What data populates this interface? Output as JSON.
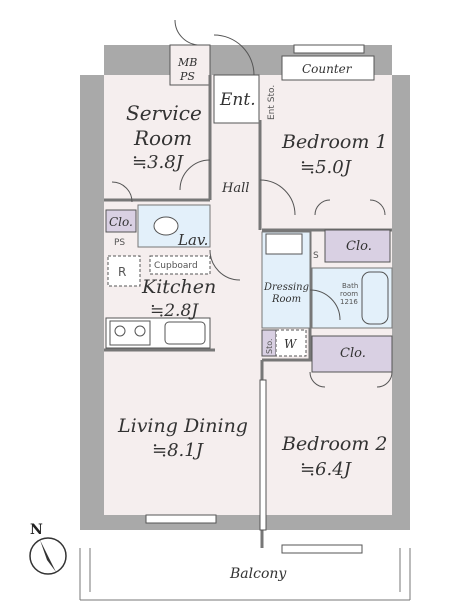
{
  "rooms": {
    "service_room": {
      "name_line1": "Service",
      "name_line2": "Room",
      "size": "≒3.8J"
    },
    "bedroom1": {
      "name": "Bedroom 1",
      "size": "≒5.0J"
    },
    "bedroom2": {
      "name": "Bedroom 2",
      "size": "≒6.4J"
    },
    "kitchen": {
      "name": "Kitchen",
      "size": "≒2.8J"
    },
    "living_dining": {
      "name": "Living Dining",
      "size": "≒8.1J"
    },
    "dressing_room": {
      "name_line1": "Dressing",
      "name_line2": "Room"
    },
    "bathroom": {
      "name_line1": "Bath",
      "name_line2": "room",
      "name_line3": "1216"
    }
  },
  "labels": {
    "mb": "MB",
    "ps": "PS",
    "ent": "Ent.",
    "ent_sto": "Ent Sto.",
    "counter": "Counter",
    "hall": "Hall",
    "clo_left": "Clo.",
    "ps_left": "PS",
    "lav": "Lav.",
    "cupboard": "Cupboard",
    "r": "R",
    "clo_bed1": "Clo.",
    "s": "S",
    "sto": "Sto.",
    "w": "W",
    "clo_bed2": "Clo.",
    "balcony": "Balcony",
    "north": "N"
  },
  "colors": {
    "wall": "#a9a9a9",
    "floor": "#f5eeee",
    "wet_area": "#e3f0fa",
    "storage": "#d9d0e3",
    "line": "#555555"
  }
}
